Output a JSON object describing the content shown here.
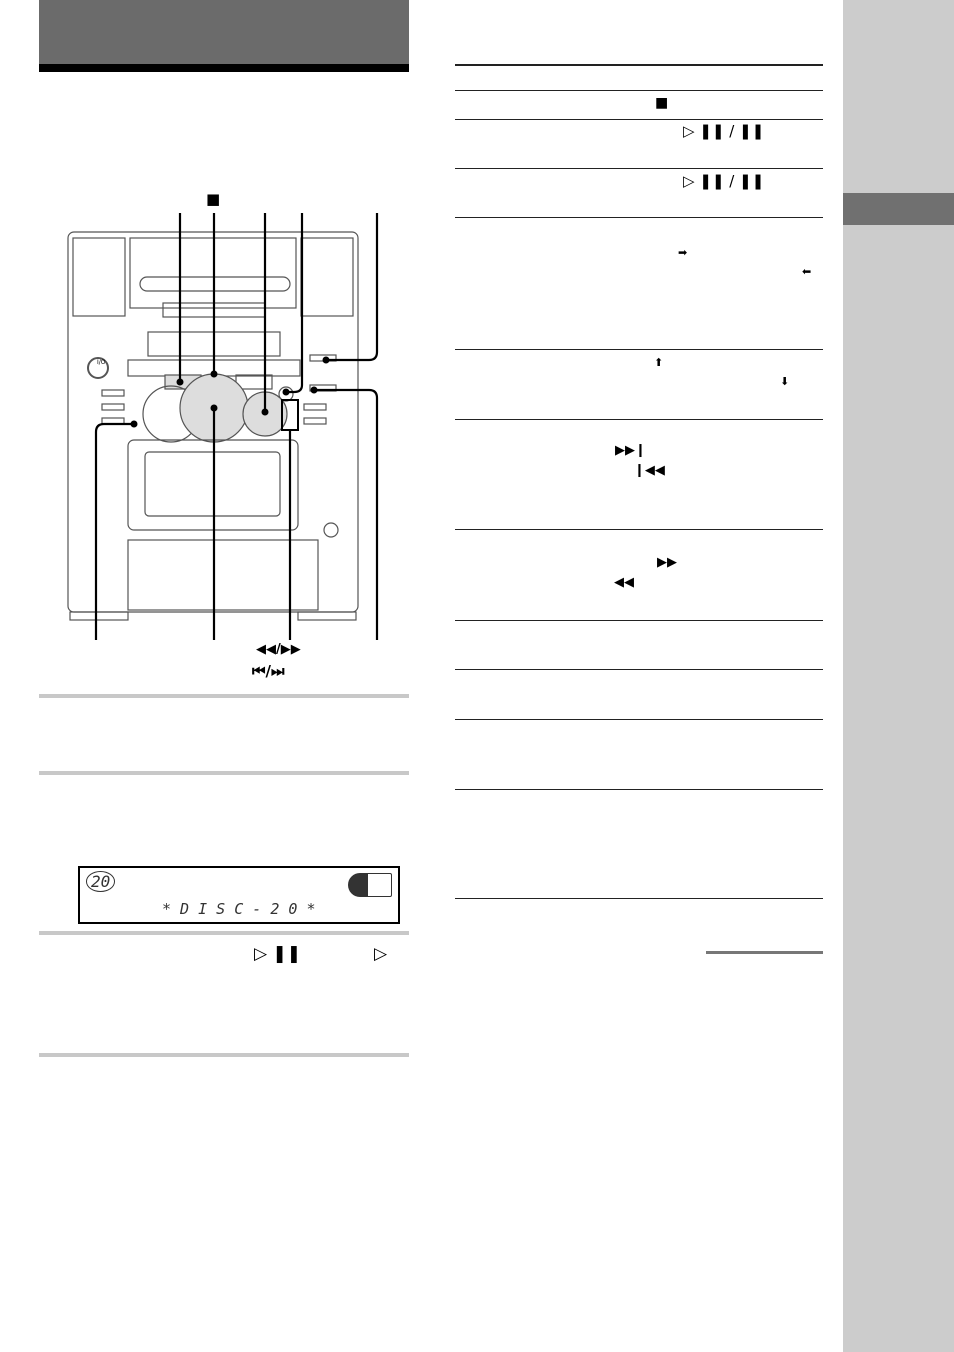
{
  "header": {
    "bar_color": "#6b6b6b",
    "sidebar_color": "#cccccc",
    "sidebar_tab_color": "#707070"
  },
  "device": {
    "power_label": "I/O",
    "stop_symbol": "■",
    "label_search": "◀◀/▶▶",
    "label_skip": "⏮/⏭"
  },
  "display": {
    "disc_number": "20",
    "message": "* D I S C - 2 0 *"
  },
  "steps": {
    "step3_symbols": "▷ ❚❚",
    "step3_play": "▷"
  },
  "table": {
    "rows": [
      {
        "symbol": "■"
      },
      {
        "symbol": "▷ ❚❚ / ❚❚"
      },
      {
        "symbol": "▷ ❚❚ / ❚❚"
      },
      {
        "symbol_a": "➡",
        "symbol_b": "⬅"
      },
      {
        "symbol_a": "⬆",
        "symbol_b": "⬇"
      },
      {
        "symbol_a": "▶▶❙",
        "symbol_b": "❙◀◀"
      },
      {
        "symbol_a": "▶▶",
        "symbol_b": "◀◀"
      }
    ]
  }
}
